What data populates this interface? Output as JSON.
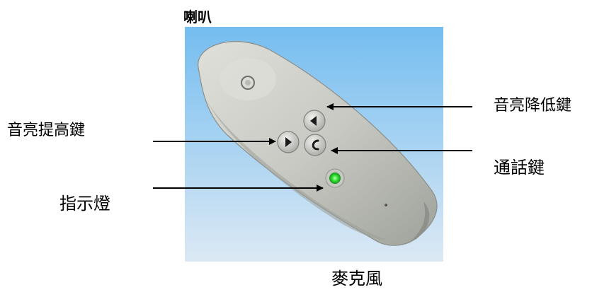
{
  "labels": {
    "speaker": "喇叭",
    "volume_up_key": "音亮提高鍵",
    "volume_down_key": "音亮降低鍵",
    "call_key": "通話鍵",
    "indicator_light": "指示燈",
    "microphone": "麥克風"
  },
  "colors": {
    "background_top": "#78bff0",
    "background_bottom": "#d9e8f4",
    "device_body": "#c9cac4",
    "indicator_green": "#2fe22f",
    "arrow": "#000000"
  }
}
